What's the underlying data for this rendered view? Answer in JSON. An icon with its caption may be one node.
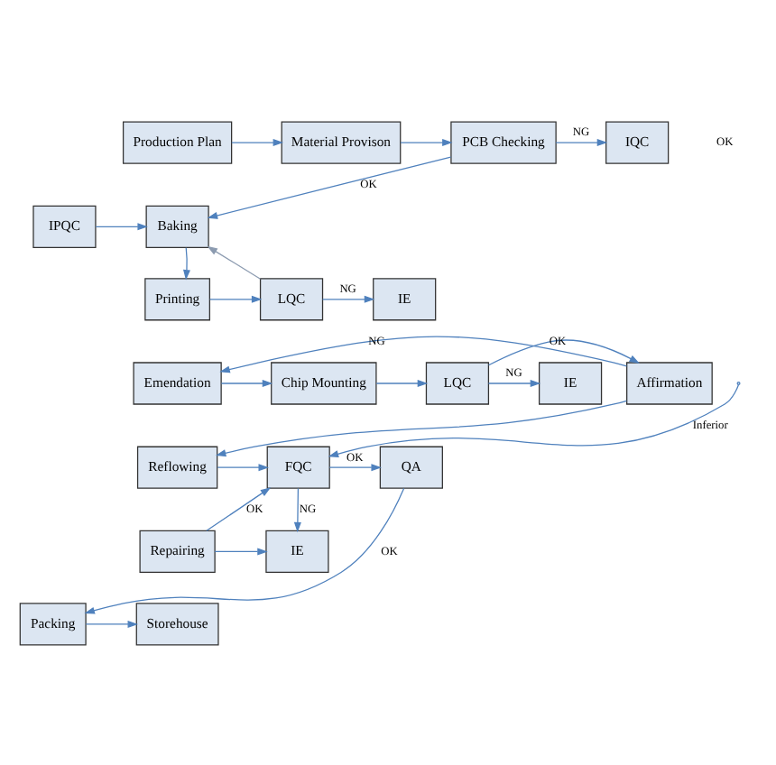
{
  "diagram": {
    "nodes": [
      {
        "text": [
          "Production Plan"
        ]
      },
      {
        "text": [
          "Material Provison"
        ]
      },
      {
        "text": [
          "PCB Checking"
        ]
      },
      {
        "text": [
          "IQC"
        ]
      },
      {
        "text": [
          "Baking"
        ]
      },
      {
        "text": [
          "IPQC"
        ]
      },
      {
        "text": [
          "Printing"
        ]
      },
      {
        "text": [
          "LQC"
        ]
      },
      {
        "text": [
          "IE"
        ]
      },
      {
        "text": [
          "Emendation"
        ]
      },
      {
        "text": [
          "Chip Mounting"
        ]
      },
      {
        "text": [
          "LQC"
        ]
      },
      {
        "text": [
          "IE"
        ]
      },
      {
        "text": [
          "Affirmation"
        ]
      },
      {
        "text": [
          "Reflowing"
        ]
      },
      {
        "text": [
          "FQC"
        ]
      },
      {
        "text": [
          "QA"
        ]
      },
      {
        "text": [
          "Repairing"
        ]
      },
      {
        "text": [
          "IE"
        ]
      },
      {
        "text": [
          "Storehouse"
        ]
      },
      {
        "text": [
          "Packing"
        ]
      }
    ],
    "edges": [
      {
        "from": 0,
        "to": 1,
        "arrow": "to"
      },
      {
        "from": 1,
        "to": 2,
        "arrow": "to"
      },
      {
        "from": 2,
        "to": 3,
        "arrow": "to",
        "label": "NG"
      },
      {
        "from": 2,
        "to": 4,
        "arrow": "to",
        "label": "OK"
      },
      {
        "from": 5,
        "to": 4,
        "arrow": "to"
      },
      {
        "from": 4,
        "to": 6,
        "arrow": "to"
      },
      {
        "from": 6,
        "to": 7,
        "arrow": "to"
      },
      {
        "from": 7,
        "to": 8,
        "arrow": "to",
        "label": "NG"
      },
      {
        "from": 7,
        "to": 4,
        "arrow": "to",
        "color": "#8c9bb0"
      },
      {
        "from": 13,
        "to": 9,
        "arrow": "to",
        "label": "NG"
      },
      {
        "from": 9,
        "to": 10,
        "arrow": "to"
      },
      {
        "from": 10,
        "to": 11,
        "arrow": "to"
      },
      {
        "from": 11,
        "to": 12,
        "arrow": "to",
        "label": "NG"
      },
      {
        "from": 11,
        "to": 13,
        "arrow": "to",
        "label": "OK"
      },
      {
        "from": 13,
        "to": 14,
        "arrow": "to"
      },
      {
        "from": null,
        "to": 15,
        "arrow": "to",
        "label": "Inferior"
      },
      {
        "from": 14,
        "to": 15,
        "arrow": "to"
      },
      {
        "from": 17,
        "to": 15,
        "arrow": "to",
        "label": "OK"
      },
      {
        "from": 15,
        "to": 16,
        "arrow": "to",
        "label": "OK"
      },
      {
        "from": 15,
        "to": 18,
        "arrow": "to",
        "label": "NG"
      },
      {
        "from": 17,
        "to": 18,
        "arrow": "to"
      },
      {
        "from": 16,
        "to": 20,
        "arrow": "to",
        "label": "OK"
      },
      {
        "from": 20,
        "to": 19,
        "arrow": "to"
      }
    ],
    "labels": [
      "OK"
    ]
  }
}
